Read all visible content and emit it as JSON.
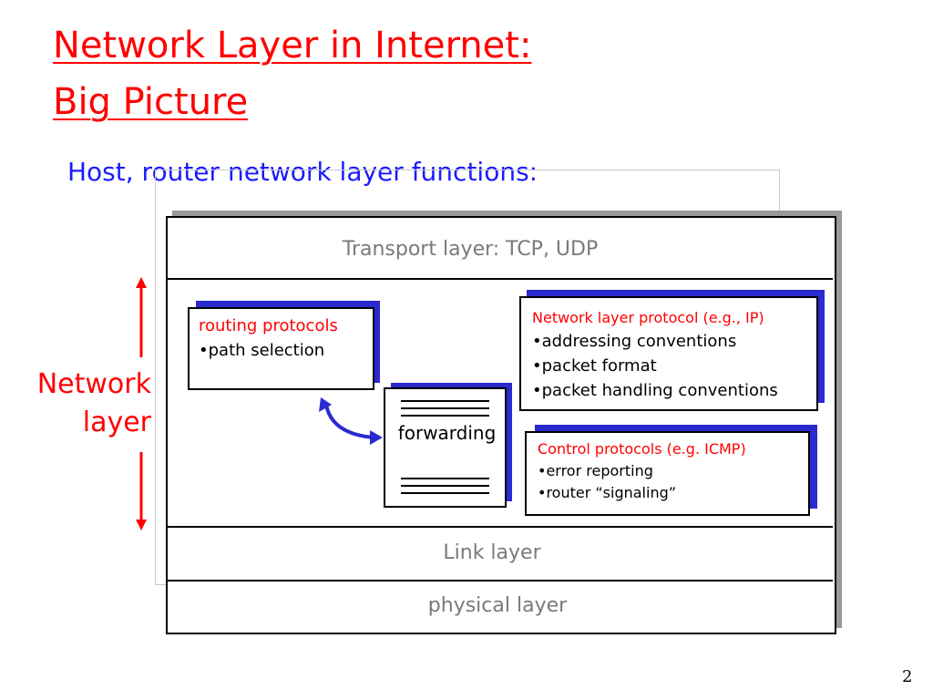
{
  "title": {
    "line1": "Network Layer in Internet:",
    "line2": "Big Picture"
  },
  "subtitle": "Host, router network layer functions:",
  "layers": {
    "transport": "Transport layer: TCP, UDP",
    "link": "Link layer",
    "physical": "physical layer"
  },
  "network_layer_label": {
    "line1": "Network",
    "line2": "layer"
  },
  "routing_box": {
    "heading": "routing protocols",
    "items": [
      "•path selection"
    ]
  },
  "forwarding_box": {
    "label": "forwarding"
  },
  "ip_box": {
    "heading": "Network layer protocol (e.g., IP)",
    "items": [
      "•addressing conventions",
      "•packet format",
      "•packet handling conventions"
    ]
  },
  "icmp_box": {
    "heading": "Control protocols (e.g. ICMP)",
    "items": [
      "•error reporting",
      "•router “signaling”"
    ]
  },
  "page_number": "2",
  "colors": {
    "title": "#ff0000",
    "subtitle": "#1a1aff",
    "box_shadow": "#2a2acf",
    "arrow": "#2a2acf",
    "layer_text": "#7a7a7a"
  }
}
